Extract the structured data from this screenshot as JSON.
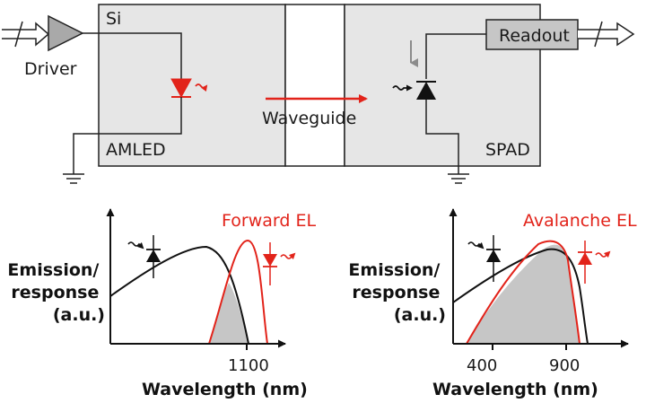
{
  "top_diagram": {
    "driver_label": "Driver",
    "si_label": "Si",
    "amled_label": "AMLED",
    "waveguide_label": "Waveguide",
    "spad_label": "SPAD",
    "readout_label": "Readout"
  },
  "colors": {
    "red": "#e2231a",
    "chip_fill": "#e6e6e6",
    "driver_fill": "#a9a9a9",
    "overlap_fill": "#c6c6c6",
    "detector_arrow": "#8c8c8c"
  },
  "left_plot": {
    "red_label": "Forward EL",
    "y_label_lines": [
      "Emission/",
      "response",
      "(a.u.)"
    ],
    "x_tick": "1100",
    "x_label": "Wavelength (nm)"
  },
  "right_plot": {
    "red_label": "Avalanche EL",
    "y_label_lines": [
      "Emission/",
      "response",
      "(a.u.)"
    ],
    "x_ticks": [
      "400",
      "900"
    ],
    "x_label": "Wavelength (nm)"
  }
}
